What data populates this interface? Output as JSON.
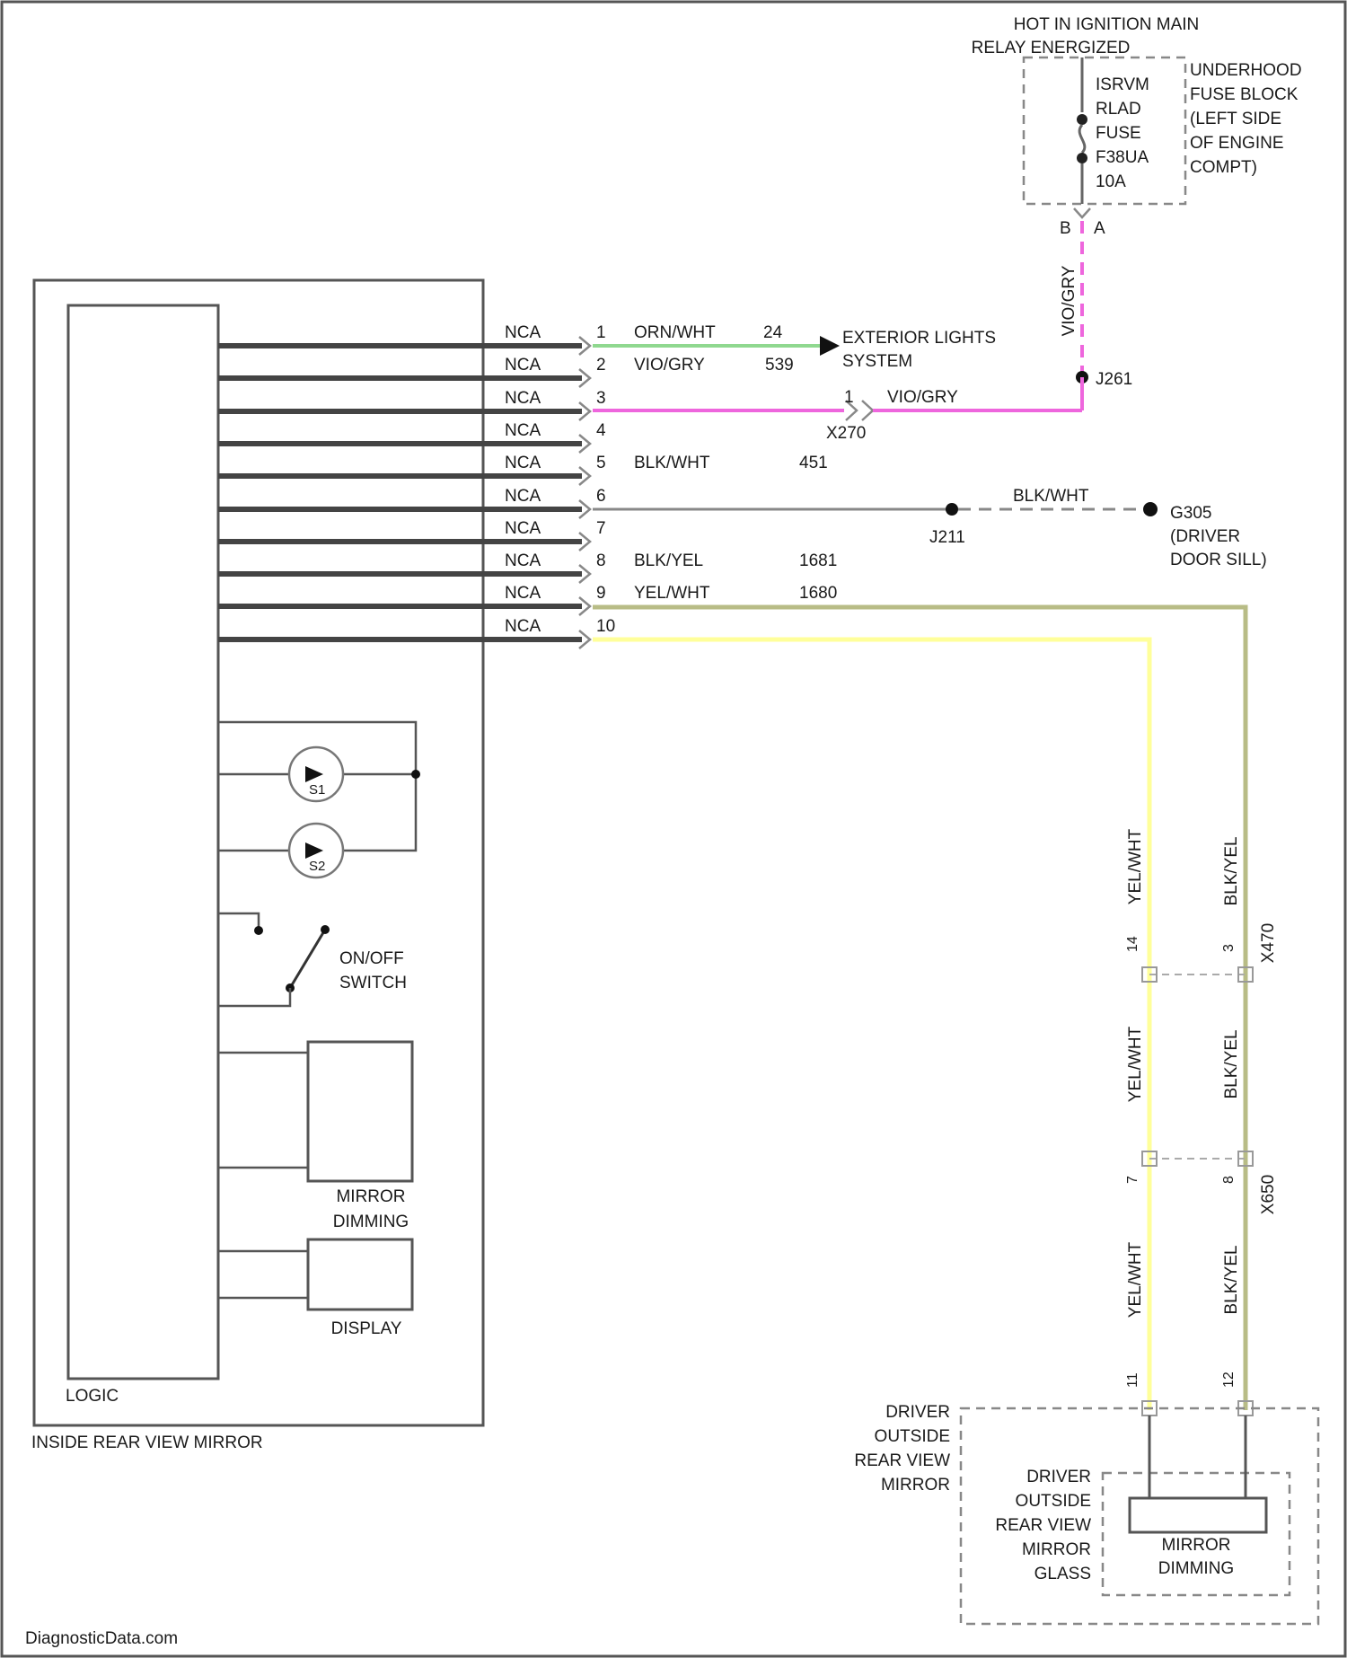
{
  "header": {
    "hot_line1": "HOT IN IGNITION MAIN",
    "hot_line2": "RELAY ENERGIZED"
  },
  "fuse": {
    "lines": [
      "ISRVM",
      "RLAD",
      "FUSE",
      "F38UA",
      "10A"
    ],
    "block_lines": [
      "UNDERHOOD",
      "FUSE BLOCK",
      "(LEFT SIDE",
      "OF ENGINE",
      "COMPT)"
    ],
    "pin_a": "A",
    "pin_b": "B"
  },
  "left_module": {
    "logic_label": "LOGIC",
    "mirror_label": "INSIDE REAR VIEW MIRROR",
    "switch_lines": [
      "ON/OFF",
      "SWITCH"
    ],
    "dimming_lines": [
      "MIRROR",
      "DIMMING"
    ],
    "display_label": "DISPLAY",
    "sensor1": "S1",
    "sensor2": "S2"
  },
  "pins": [
    {
      "nca": "NCA",
      "num": "1",
      "wire": "ORN/WHT",
      "circuit": "24"
    },
    {
      "nca": "NCA",
      "num": "2",
      "wire": "VIO/GRY",
      "circuit": "539"
    },
    {
      "nca": "NCA",
      "num": "3",
      "wire": "",
      "circuit": ""
    },
    {
      "nca": "NCA",
      "num": "4",
      "wire": "",
      "circuit": ""
    },
    {
      "nca": "NCA",
      "num": "5",
      "wire": "BLK/WHT",
      "circuit": "451"
    },
    {
      "nca": "NCA",
      "num": "6",
      "wire": "",
      "circuit": ""
    },
    {
      "nca": "NCA",
      "num": "7",
      "wire": "",
      "circuit": ""
    },
    {
      "nca": "NCA",
      "num": "8",
      "wire": "BLK/YEL",
      "circuit": "1681"
    },
    {
      "nca": "NCA",
      "num": "9",
      "wire": "YEL/WHT",
      "circuit": "1680"
    },
    {
      "nca": "NCA",
      "num": "10",
      "wire": "",
      "circuit": ""
    }
  ],
  "connections": {
    "exterior_lines": [
      "EXTERIOR LIGHTS",
      "SYSTEM"
    ],
    "x270": "X270",
    "x270_pin": "1",
    "vio_gry2": "VIO/GRY",
    "vio_gry_vertical": "VIO/GRY",
    "j261": "J261",
    "j211": "J211",
    "blk_wht2": "BLK/WHT",
    "g_lines": [
      "G305",
      "(DRIVER",
      "DOOR SILL)"
    ]
  },
  "right_wires": {
    "yel_wht": "YEL/WHT",
    "blk_yel": "BLK/YEL",
    "c1_label": "X470",
    "c2_label": "X650",
    "c1_pin_left": "14",
    "c1_pin_right": "3",
    "c2_pin_left": "7",
    "c2_pin_right": "8",
    "c3_pin_left": "11",
    "c3_pin_right": "12"
  },
  "outside_mirror": {
    "outer_lines": [
      "DRIVER",
      "OUTSIDE",
      "REAR VIEW",
      "MIRROR"
    ],
    "inner_lines": [
      "DRIVER",
      "OUTSIDE",
      "REAR VIEW",
      "MIRROR",
      "GLASS"
    ],
    "dimming_lines": [
      "MIRROR",
      "DIMMING"
    ]
  },
  "footer": {
    "watermark": "DiagnosticData.com"
  },
  "colors": {
    "green": "#8fd88f",
    "magenta": "#ee66dd",
    "yellow": "#ffff9a",
    "olive": "#b8bc86",
    "gray": "#888888"
  }
}
